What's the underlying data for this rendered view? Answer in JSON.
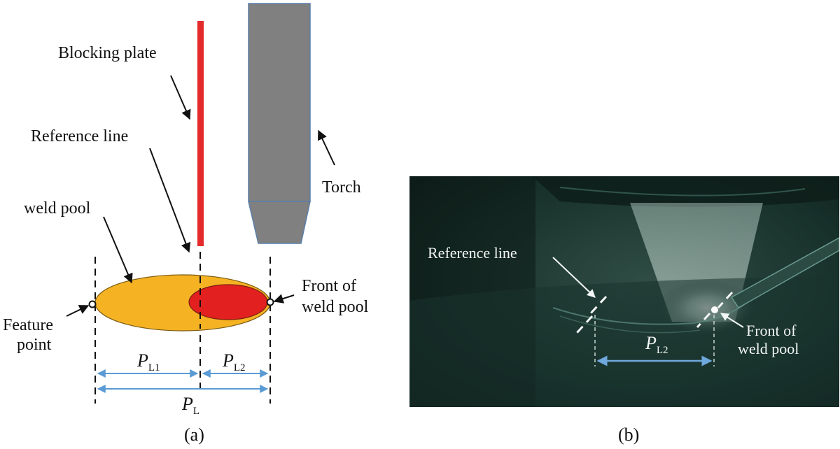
{
  "panel_a": {
    "blocking_plate_label": "Blocking plate",
    "reference_line_label": "Reference line",
    "weld_pool_label": "weld pool",
    "feature_point_line1": "Feature",
    "feature_point_line2": "point",
    "torch_label": "Torch",
    "front_line1": "Front of",
    "front_line2": "weld pool",
    "pl1_main": "P",
    "pl1_sub": "L1",
    "pl2_main": "P",
    "pl2_sub": "L2",
    "pl_main": "P",
    "pl_sub": "L",
    "caption": "(a)"
  },
  "panel_b": {
    "reference_line_label": "Reference line",
    "front_line1": "Front of",
    "front_line2": "weld pool",
    "pl2_main": "P",
    "pl2_sub": "L2",
    "caption": "(b)"
  },
  "colors": {
    "blocking_plate": "#e32b2b",
    "torch": "#808080",
    "weld_pool": "#f5b324",
    "weld_core": "#e32020",
    "dimension_arrow": "#5b9bd5"
  }
}
